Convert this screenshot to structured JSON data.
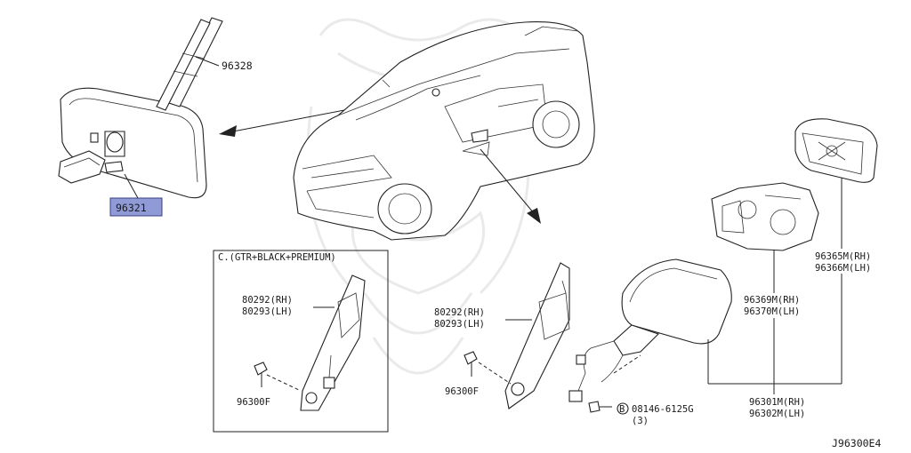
{
  "diagram": {
    "ref_code": "J96300E4",
    "watermark_icon": "samurai-helmet-watermark",
    "inset": {
      "title": "C.(GTR+BLACK+PREMIUM)",
      "labels": {
        "p80292": "80292(RH)",
        "p80293": "80293(LH)",
        "p96300": "96300F"
      }
    },
    "parts": {
      "p96328": "96328",
      "p96321": "96321",
      "p80292": "80292(RH)",
      "p80293": "80293(LH)",
      "p96300": "96300F",
      "p96365": "96365M(RH)",
      "p96366": "96366M(LH)",
      "p96369": "96369M(RH)",
      "p96370": "96370M(LH)",
      "p96301": "96301M(RH)",
      "p96302": "96302M(LH)",
      "bolt_prefix": "B",
      "bolt": "08146-6125G",
      "bolt_qty": "(3)"
    },
    "highlight_color": "#8f9ad6"
  }
}
